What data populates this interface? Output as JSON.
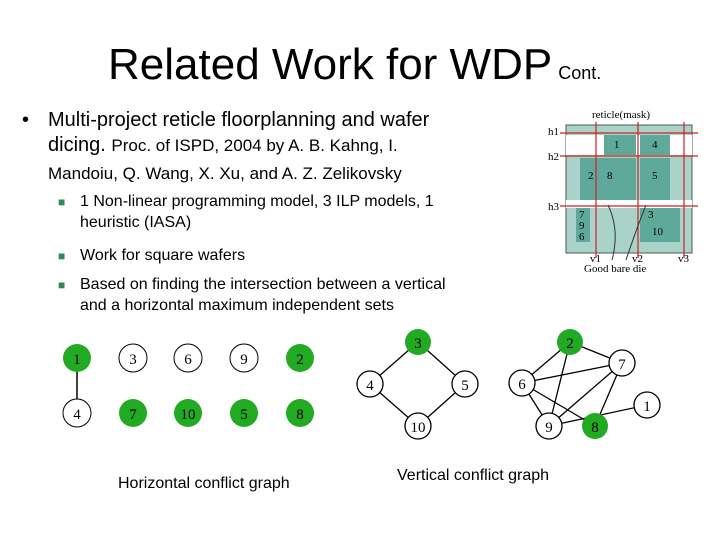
{
  "title": {
    "main": "Related Work for WDP",
    "suffix": "Cont."
  },
  "bullet": {
    "marker": "•",
    "line1": "Multi-project reticle floorplanning and wafer",
    "line2_main": "dicing.",
    "line2_rest": "Proc. of ISPD, 2004 by A. B. Kahng, I.",
    "line3": "Mandoiu, Q. Wang, X. Xu, and A. Z. Zelikovsky"
  },
  "sub_bullets": [
    {
      "line1": "1 Non-linear programming model, 3 ILP models, 1",
      "line2": "heuristic (IASA)"
    },
    {
      "line1": "Work for square wafers",
      "line2": ""
    },
    {
      "line1": "Based on finding the intersection between a vertical",
      "line2": "and a horizontal maximum independent sets"
    }
  ],
  "reticle": {
    "label": "reticle(mask)",
    "h_labels": [
      "h1",
      "h2",
      "h3"
    ],
    "v_labels": [
      "v1",
      "v2",
      "v3"
    ],
    "cells": [
      "1",
      "4",
      "2",
      "8",
      "5",
      "7",
      "9",
      "6",
      "3",
      "10"
    ],
    "caption": "Good bare die"
  },
  "horizontal_graph": {
    "caption": "Horizontal conflict graph",
    "top_nodes": [
      "1",
      "3",
      "6",
      "9",
      "2"
    ],
    "bottom_nodes": [
      "4",
      "7",
      "10",
      "5",
      "8"
    ]
  },
  "vertical_graph": {
    "caption": "Vertical conflict graph",
    "left_nodes": [
      "3",
      "4",
      "5",
      "10"
    ],
    "right_nodes": [
      "2",
      "7",
      "6",
      "1",
      "9",
      "8"
    ]
  },
  "colors": {
    "green": "#22aa22",
    "teal": "#5ea99a",
    "teal_light": "#a9d3c9",
    "red": "#cc2222",
    "bullet_square": "#2e8b57"
  }
}
